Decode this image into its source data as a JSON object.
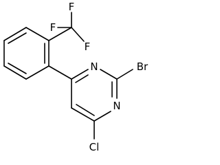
{
  "molecule": {
    "atoms": {
      "fluorine_top": "F",
      "fluorine_left": "F",
      "fluorine_right": "F",
      "nitrogen_upper": "N",
      "nitrogen_lower": "N",
      "bromine": "Br",
      "chlorine": "Cl"
    }
  }
}
